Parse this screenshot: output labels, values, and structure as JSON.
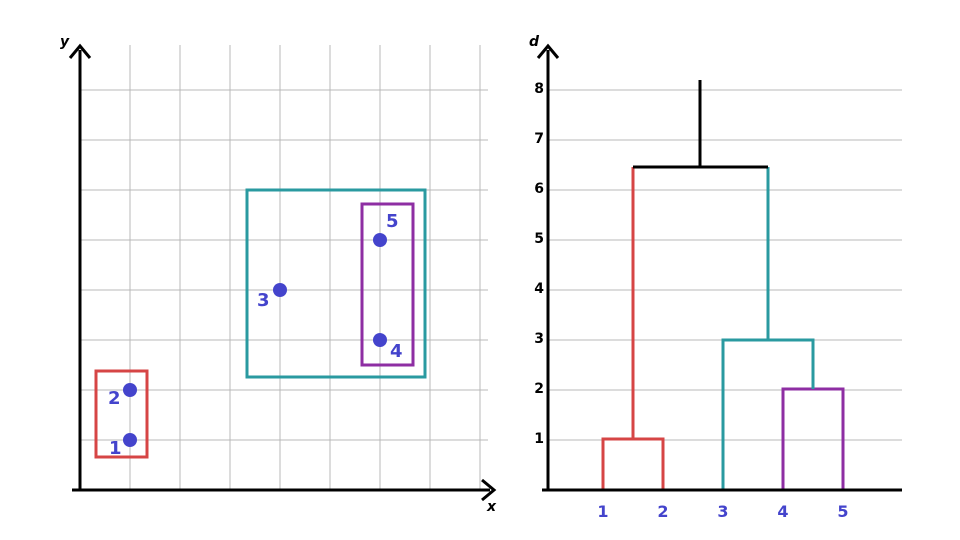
{
  "colors": {
    "points": "#4444cc",
    "cluster_12": "#d64545",
    "cluster_345": "#2a9aa0",
    "cluster_45": "#8e2ea3",
    "root": "#000000",
    "grid": "#b9b9b9"
  },
  "scatter": {
    "x_axis_label": "x",
    "y_axis_label": "y",
    "points": [
      {
        "label": "1",
        "x": 1,
        "y": 1
      },
      {
        "label": "2",
        "x": 1,
        "y": 2
      },
      {
        "label": "3",
        "x": 4,
        "y": 4
      },
      {
        "label": "4",
        "x": 6,
        "y": 3
      },
      {
        "label": "5",
        "x": 6,
        "y": 5
      }
    ],
    "clusters": [
      {
        "members": [
          "1",
          "2"
        ],
        "color": "cluster_12"
      },
      {
        "members": [
          "3",
          "4",
          "5"
        ],
        "color": "cluster_345"
      },
      {
        "members": [
          "4",
          "5"
        ],
        "color": "cluster_45"
      }
    ]
  },
  "dendrogram": {
    "y_axis_label": "d",
    "y_ticks": [
      "1",
      "2",
      "3",
      "4",
      "5",
      "6",
      "7",
      "8"
    ],
    "leaves": [
      "1",
      "2",
      "3",
      "4",
      "5"
    ],
    "merges": [
      {
        "left": "1",
        "right": "2",
        "height": 1,
        "color": "cluster_12"
      },
      {
        "left": "4",
        "right": "5",
        "height": 2,
        "color": "cluster_45"
      },
      {
        "left": "3",
        "right": "4-5",
        "height": 3,
        "color": "cluster_345"
      },
      {
        "left": "1-2",
        "right": "3-4-5",
        "height": 6.5,
        "color": "root"
      }
    ]
  }
}
